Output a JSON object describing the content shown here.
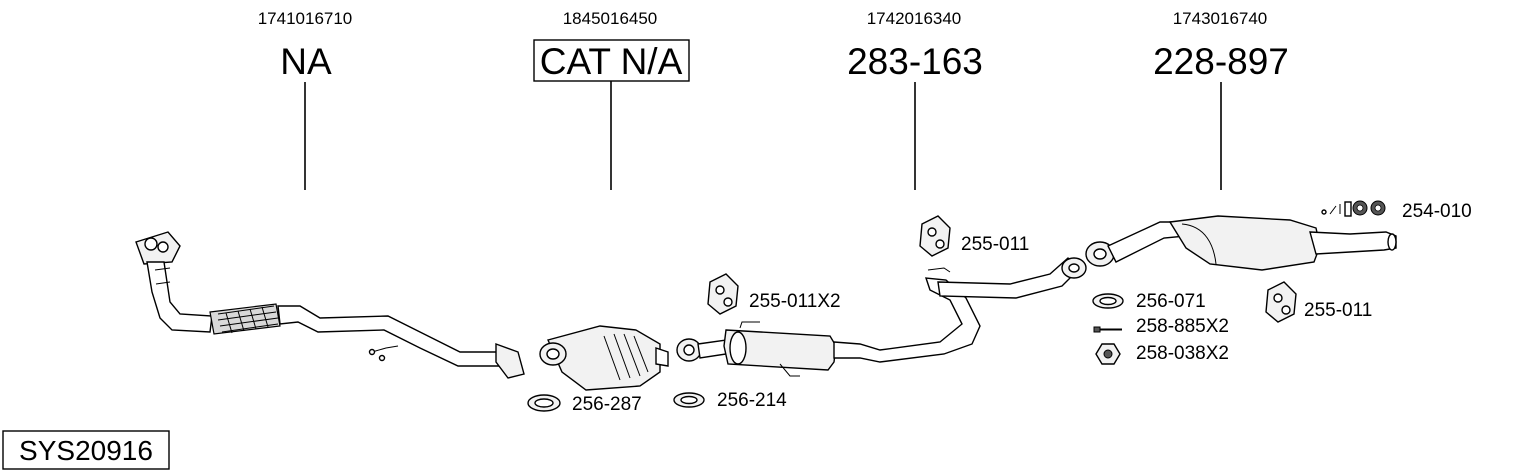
{
  "columns": [
    {
      "oem": "1741016710",
      "ref": "NA",
      "boxed": false
    },
    {
      "oem": "1845016450",
      "ref": "CAT N/A",
      "boxed": true
    },
    {
      "oem": "1742016340",
      "ref": "283-163",
      "boxed": false
    },
    {
      "oem": "1743016740",
      "ref": "228-897",
      "boxed": false
    }
  ],
  "parts": [
    {
      "label": "254-010"
    },
    {
      "label": "255-011"
    },
    {
      "label": "255-011X2"
    },
    {
      "label": "256-071"
    },
    {
      "label": "258-885X2"
    },
    {
      "label": "258-038X2"
    },
    {
      "label": "255-011"
    },
    {
      "label": "256-287"
    },
    {
      "label": "256-214"
    }
  ],
  "system_code": "SYS20916"
}
